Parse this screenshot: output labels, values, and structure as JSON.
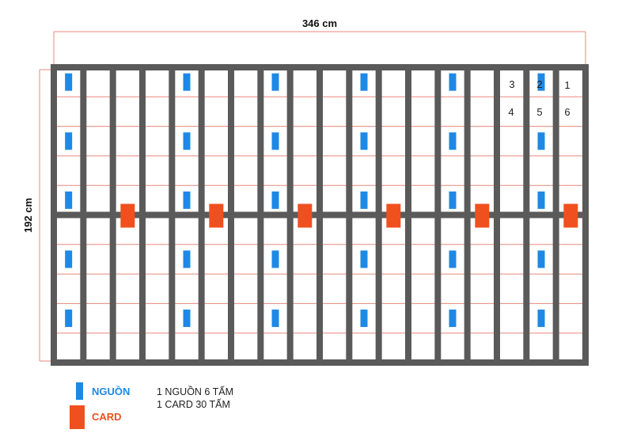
{
  "dimensions": {
    "width_label": "346 cm",
    "height_label": "192 cm"
  },
  "grid": {
    "frame_color": "#5a5a5a",
    "line_color": "#e8887a",
    "columns": 18,
    "rows": 10
  },
  "panel_numbers": [
    "3",
    "2",
    "1",
    "4",
    "5",
    "6"
  ],
  "legend": {
    "power_label": "NGUỒN",
    "card_label": "CARD",
    "power_note": "1 NGUỒN 6 TẤM",
    "card_note": "1 CARD 30 TẤM"
  },
  "colors": {
    "power": "#1e88e5",
    "card": "#f0501e"
  }
}
